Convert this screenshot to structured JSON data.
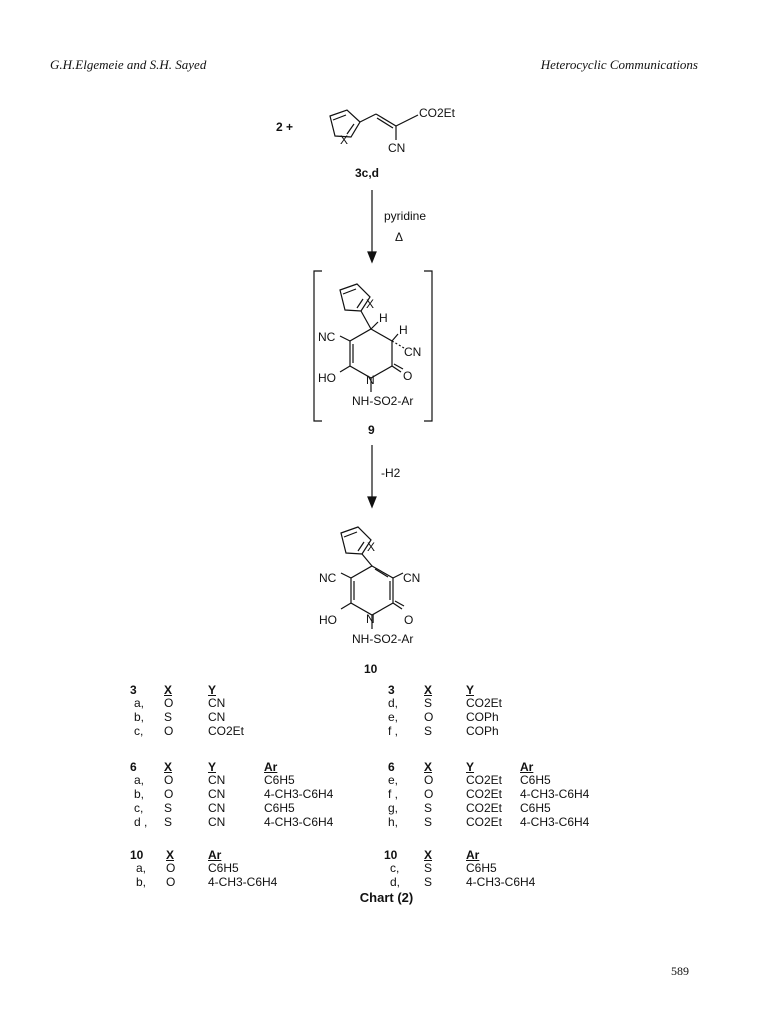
{
  "header": {
    "left": "G.H.Elgemeie and S.H. Sayed",
    "right": "Heterocyclic Communications"
  },
  "scheme": {
    "reactant_prefix": "2 +",
    "reactant_substituent_ester": "CO2Et",
    "reactant_substituent_nitrile": "CN",
    "ring_atom": "X",
    "reactant_label": "3c,d",
    "step1_reagent": "pyridine",
    "step1_condition": "Δ",
    "intermediate": {
      "h1": "H",
      "h2": "H",
      "nc": "NC",
      "cn": "CN",
      "ho": "HO",
      "n": "N",
      "o": "O",
      "nh_so2_ar": "NH-SO2-Ar",
      "label": "9"
    },
    "step2_reagent": "-H2",
    "product": {
      "nc": "NC",
      "cn": "CN",
      "ho": "HO",
      "n": "N",
      "o": "O",
      "nh_so2_ar": "NH-SO2-Ar",
      "label": "10"
    }
  },
  "tables": {
    "t3_left": {
      "headers": [
        "3",
        "X",
        "Y"
      ],
      "rows": [
        [
          "a,",
          "O",
          "CN"
        ],
        [
          "b,",
          "S",
          "CN"
        ],
        [
          "c,",
          "O",
          "CO2Et"
        ]
      ]
    },
    "t3_right": {
      "headers": [
        "3",
        "X",
        "Y"
      ],
      "rows": [
        [
          "d,",
          "S",
          "CO2Et"
        ],
        [
          "e,",
          "O",
          "COPh"
        ],
        [
          "f ,",
          "S",
          "COPh"
        ]
      ]
    },
    "t6_left": {
      "headers": [
        "6",
        "X",
        "Y",
        "Ar"
      ],
      "rows": [
        [
          "a,",
          "O",
          "CN",
          "C6H5"
        ],
        [
          "b,",
          "O",
          "CN",
          "4-CH3-C6H4"
        ],
        [
          "c,",
          "S",
          "CN",
          "C6H5"
        ],
        [
          "d ,",
          "S",
          "CN",
          "4-CH3-C6H4"
        ]
      ]
    },
    "t6_right": {
      "headers": [
        "6",
        "X",
        "Y",
        "Ar"
      ],
      "rows": [
        [
          "e,",
          "O",
          "CO2Et",
          "C6H5"
        ],
        [
          "f ,",
          "O",
          "CO2Et",
          "4-CH3-C6H4"
        ],
        [
          "g,",
          "S",
          "CO2Et",
          "C6H5"
        ],
        [
          "h,",
          "S",
          "CO2Et",
          "4-CH3-C6H4"
        ]
      ]
    },
    "t10_left": {
      "headers": [
        "10",
        "X",
        "Ar"
      ],
      "rows": [
        [
          "a,",
          "O",
          "C6H5"
        ],
        [
          "b,",
          "O",
          "4-CH3-C6H4"
        ]
      ]
    },
    "t10_right": {
      "headers": [
        "10",
        "X",
        "Ar"
      ],
      "rows": [
        [
          "c,",
          "S",
          "C6H5"
        ],
        [
          "d,",
          "S",
          "4-CH3-C6H4"
        ]
      ]
    }
  },
  "caption": "Chart (2)",
  "page_number": "589"
}
